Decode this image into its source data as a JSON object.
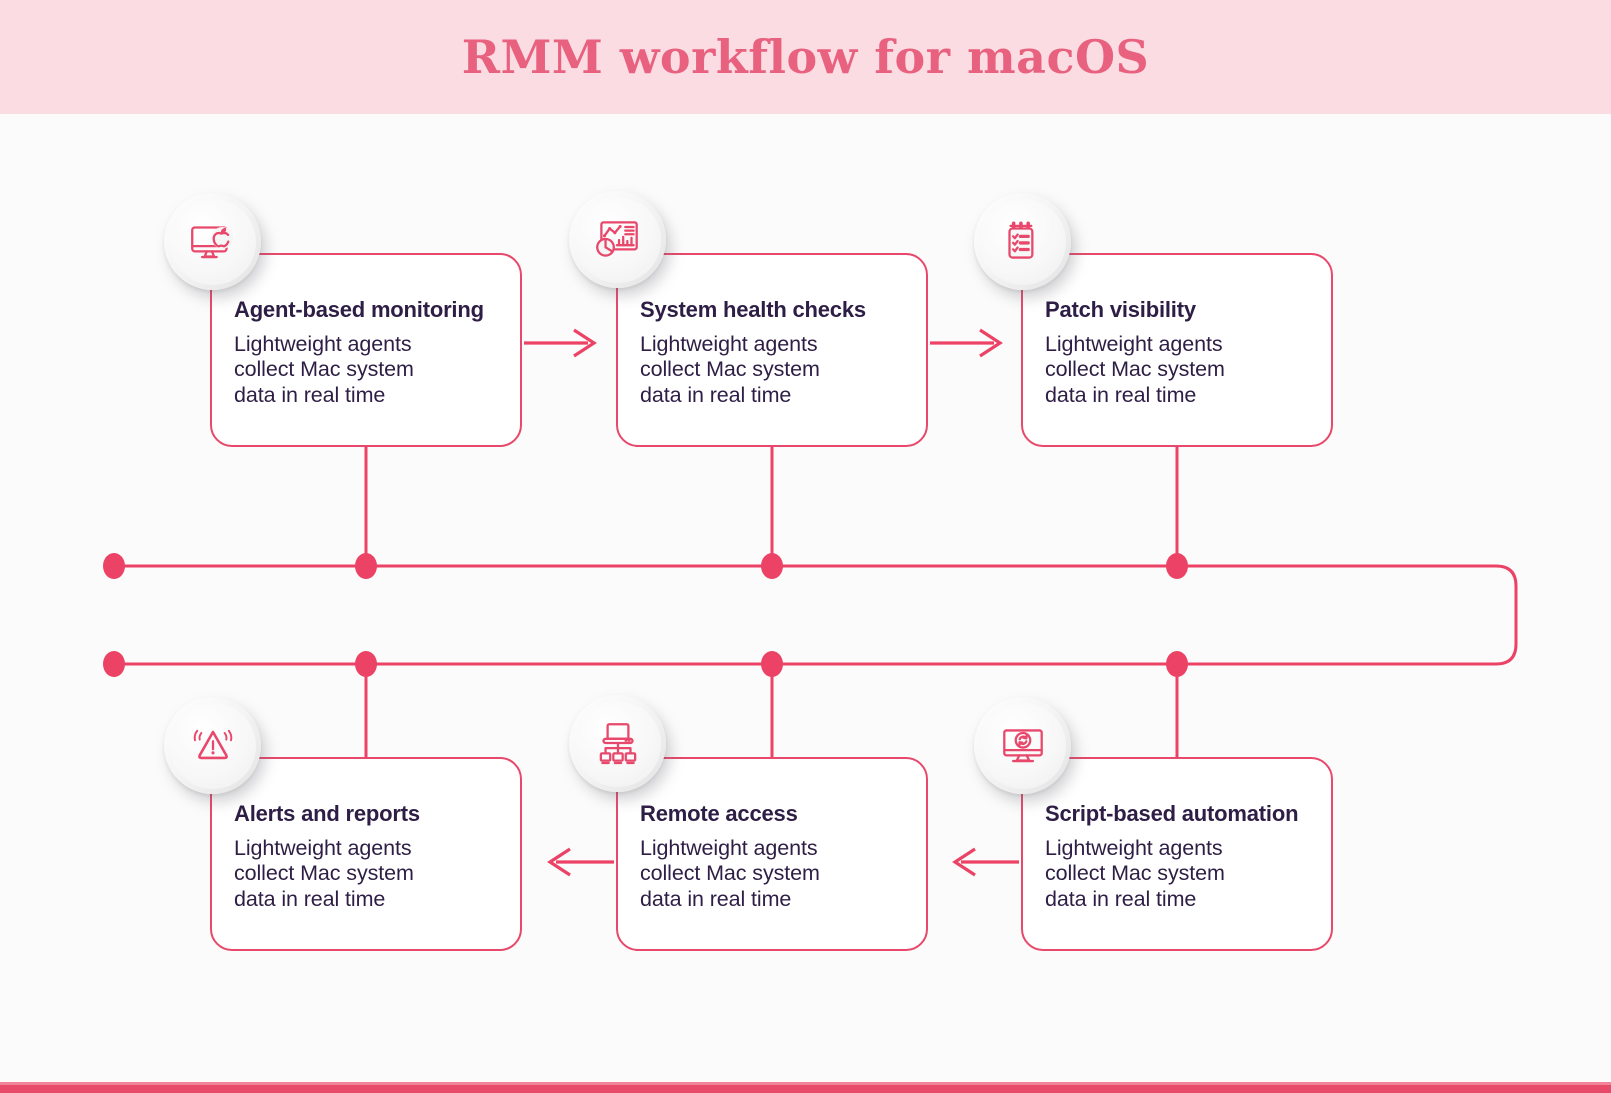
{
  "header": {
    "title": "RMM workflow for macOS"
  },
  "nodes": [
    {
      "title": "Agent-based monitoring",
      "desc": "Lightweight agents collect Mac system data in real time",
      "icon": "mac-monitor-apple-icon"
    },
    {
      "title": "System health checks",
      "desc": "Lightweight agents collect Mac system data in real time",
      "icon": "analytics-dashboard-icon"
    },
    {
      "title": "Patch visibility",
      "desc": "Lightweight agents collect Mac system data in real time",
      "icon": "checklist-notepad-icon"
    },
    {
      "title": "Alerts and reports",
      "desc": "Lightweight agents collect Mac system data in real time",
      "icon": "alert-triangle-icon"
    },
    {
      "title": "Remote access",
      "desc": "Lightweight agents collect Mac system data in real time",
      "icon": "remote-network-icon"
    },
    {
      "title": "Script-based automation",
      "desc": "Lightweight agents collect Mac system data in real time",
      "icon": "monitor-sync-icon"
    }
  ],
  "flow": {
    "top_row_direction": "left-to-right",
    "bottom_row_direction": "right-to-left"
  },
  "colors": {
    "accent": "#EC4266",
    "box_border": "#E8486B",
    "header_bg": "#FCDCE3",
    "header_title": "#E8617E",
    "text": "#2E1E45",
    "canvas_bg": "#FBFBFB",
    "footer_bar": "#E84A6A"
  }
}
